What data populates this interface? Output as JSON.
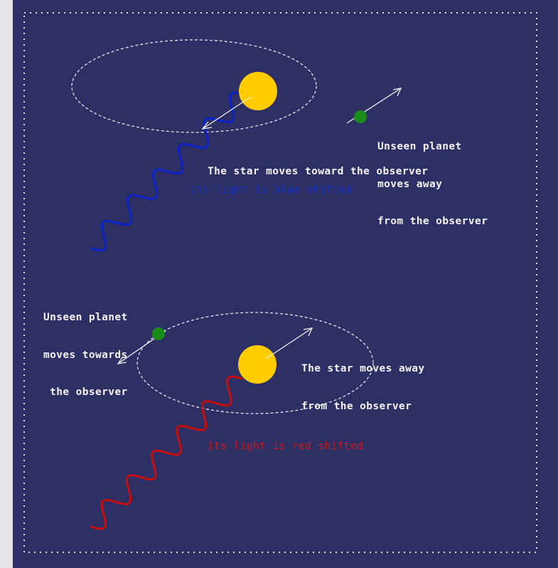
{
  "colors": {
    "background": "#2e2f64",
    "star": "#ffcc00",
    "planet": "#1a8c1a",
    "blue_wave": "#0a22c8",
    "red_wave": "#c80d0d",
    "orbit": "#e6e6e6",
    "text": "#f4f4f4",
    "blue_text": "#1133cc",
    "red_text": "#cc1a1a"
  },
  "top": {
    "planet_label": [
      "Unseen planet",
      "moves away",
      "from the observer"
    ],
    "star_label": "The star moves toward the observer",
    "shift_label": "its light is blue shifted"
  },
  "bottom": {
    "planet_label": [
      "Unseen planet",
      "moves towards",
      " the observer"
    ],
    "star_label": [
      "The star moves away",
      "from the observer"
    ],
    "shift_label": "its light is red shifted"
  }
}
